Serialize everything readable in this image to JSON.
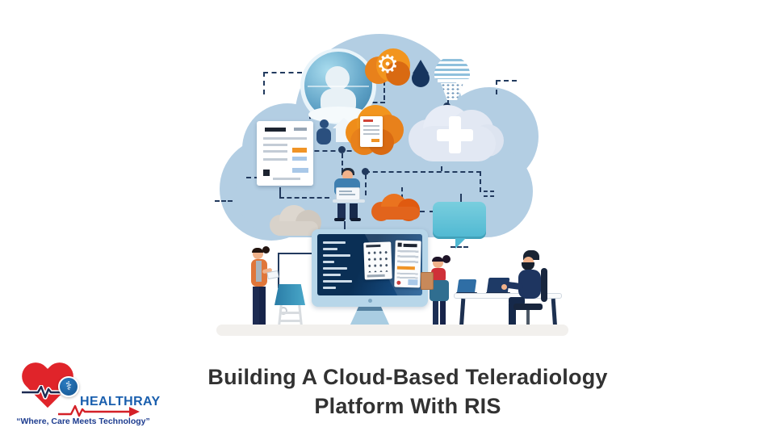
{
  "page": {
    "background": "#ffffff"
  },
  "title": {
    "line1": "Building A Cloud-Based Teleradiology",
    "line2": "Platform With RIS",
    "color": "#323232"
  },
  "logo": {
    "brand": "HEALTHRAY",
    "tagline": "“Where, Care Meets Technology”",
    "brand_color": "#1a5fae",
    "tagline_color": "#1d3c8f",
    "heart_color": "#e0242a",
    "arrow_color": "#d42027",
    "caduceus_glyph": "⚕"
  },
  "illustration": {
    "theme": "cloud-based teleradiology platform with RIS",
    "glyphs": {
      "gear": "⚙"
    },
    "colors": {
      "cloud": "#b3cee3",
      "accent_orange": "#ef8d1a",
      "deep_orange": "#e2641c",
      "navy": "#223a5e",
      "teal_bubble": "#5fc4da",
      "monitor_frame": "#b7d6e9",
      "screen_navy": "#0c3560",
      "ground": "#f2f0ed"
    },
    "icons": [
      {
        "name": "ai-head-sphere-icon"
      },
      {
        "name": "gear-icon"
      },
      {
        "name": "droplet-icon"
      },
      {
        "name": "filter-funnel-icon"
      },
      {
        "name": "medical-report-icon"
      },
      {
        "name": "home-care-icon"
      },
      {
        "name": "document-cloud-icon"
      },
      {
        "name": "medical-cross-cloud-icon"
      },
      {
        "name": "speech-bubble-icon"
      }
    ]
  }
}
